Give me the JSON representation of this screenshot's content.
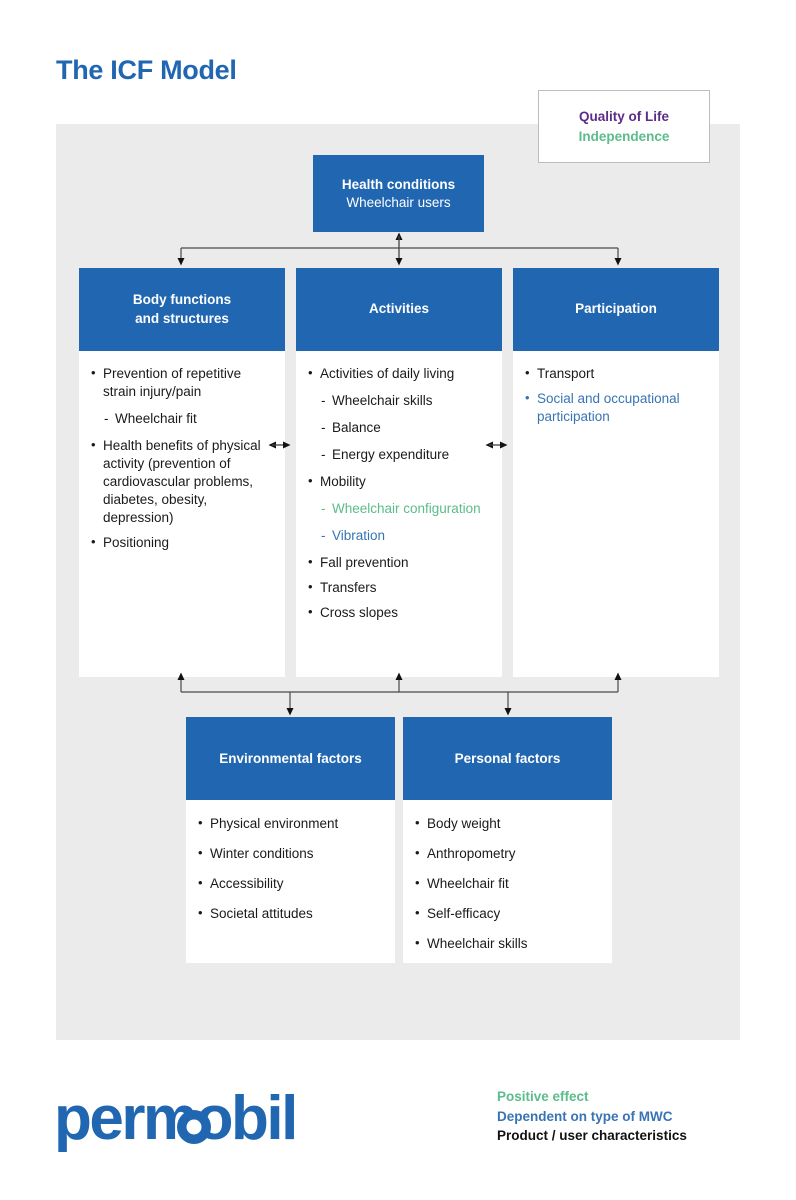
{
  "page": {
    "title": "The ICF Model"
  },
  "quality_box": {
    "line1": "Quality of Life",
    "line2": "Independence",
    "color1": "#5B2D87",
    "color2": "#5CBC8A"
  },
  "health": {
    "title": "Health conditions",
    "subtitle": "Wheelchair users"
  },
  "columns": [
    {
      "header": "Body functions\nand structures",
      "header_line1": "Body functions",
      "header_line2": "and structures",
      "items": [
        {
          "level": 1,
          "text": "Prevention of repetitive strain injury/pain",
          "color": "black"
        },
        {
          "level": 2,
          "text": "Wheelchair fit",
          "color": "black"
        },
        {
          "level": 1,
          "text": "Health benefits of physical activity (prevention of cardiovascular problems, diabetes, obesity, depression)",
          "color": "black"
        },
        {
          "level": 1,
          "text": "Positioning",
          "color": "black"
        }
      ]
    },
    {
      "header": "Activities",
      "header_line1": "Activities",
      "header_line2": "",
      "items": [
        {
          "level": 1,
          "text": "Activities of daily living",
          "color": "black"
        },
        {
          "level": 2,
          "text": "Wheelchair skills",
          "color": "black"
        },
        {
          "level": 2,
          "text": "Balance",
          "color": "black"
        },
        {
          "level": 2,
          "text": "Energy expenditure",
          "color": "black"
        },
        {
          "level": 1,
          "text": "Mobility",
          "color": "black"
        },
        {
          "level": 2,
          "text": "Wheelchair configuration",
          "color": "green"
        },
        {
          "level": 2,
          "text": "Vibration",
          "color": "blue"
        },
        {
          "level": 1,
          "text": "Fall prevention",
          "color": "black"
        },
        {
          "level": 1,
          "text": "Transfers",
          "color": "black"
        },
        {
          "level": 1,
          "text": "Cross slopes",
          "color": "black"
        }
      ]
    },
    {
      "header": "Participation",
      "header_line1": "Participation",
      "header_line2": "",
      "items": [
        {
          "level": 1,
          "text": "Transport",
          "color": "black"
        },
        {
          "level": 1,
          "text": "Social and occupational participation",
          "color": "blue"
        }
      ]
    }
  ],
  "bottom_columns": [
    {
      "header": "Environmental factors",
      "items": [
        {
          "level": 1,
          "text": "Physical environment",
          "color": "black"
        },
        {
          "level": 1,
          "text": "Winter conditions",
          "color": "black"
        },
        {
          "level": 1,
          "text": "Accessibility",
          "color": "black"
        },
        {
          "level": 1,
          "text": "Societal attitudes",
          "color": "black"
        }
      ]
    },
    {
      "header": "Personal factors",
      "items": [
        {
          "level": 1,
          "text": "Body weight",
          "color": "black"
        },
        {
          "level": 1,
          "text": "Anthropometry",
          "color": "black"
        },
        {
          "level": 1,
          "text": "Wheelchair fit",
          "color": "black"
        },
        {
          "level": 1,
          "text": "Self-efficacy",
          "color": "black"
        },
        {
          "level": 1,
          "text": "Wheelchair skills",
          "color": "black"
        }
      ]
    }
  ],
  "legend": [
    {
      "text": "Positive effect",
      "color": "#5CBC8A"
    },
    {
      "text": "Dependent on type of MWC",
      "color": "#3874B4"
    },
    {
      "text": "Product / user characteristics",
      "color": "#111111"
    }
  ],
  "logo": {
    "text": "permobil",
    "color": "#2166B0"
  },
  "theme": {
    "blue": "#2166B0",
    "panel_gray": "#ebebeb",
    "green": "#5CBC8A",
    "link_blue": "#3874B4",
    "purple": "#5B2D87"
  }
}
